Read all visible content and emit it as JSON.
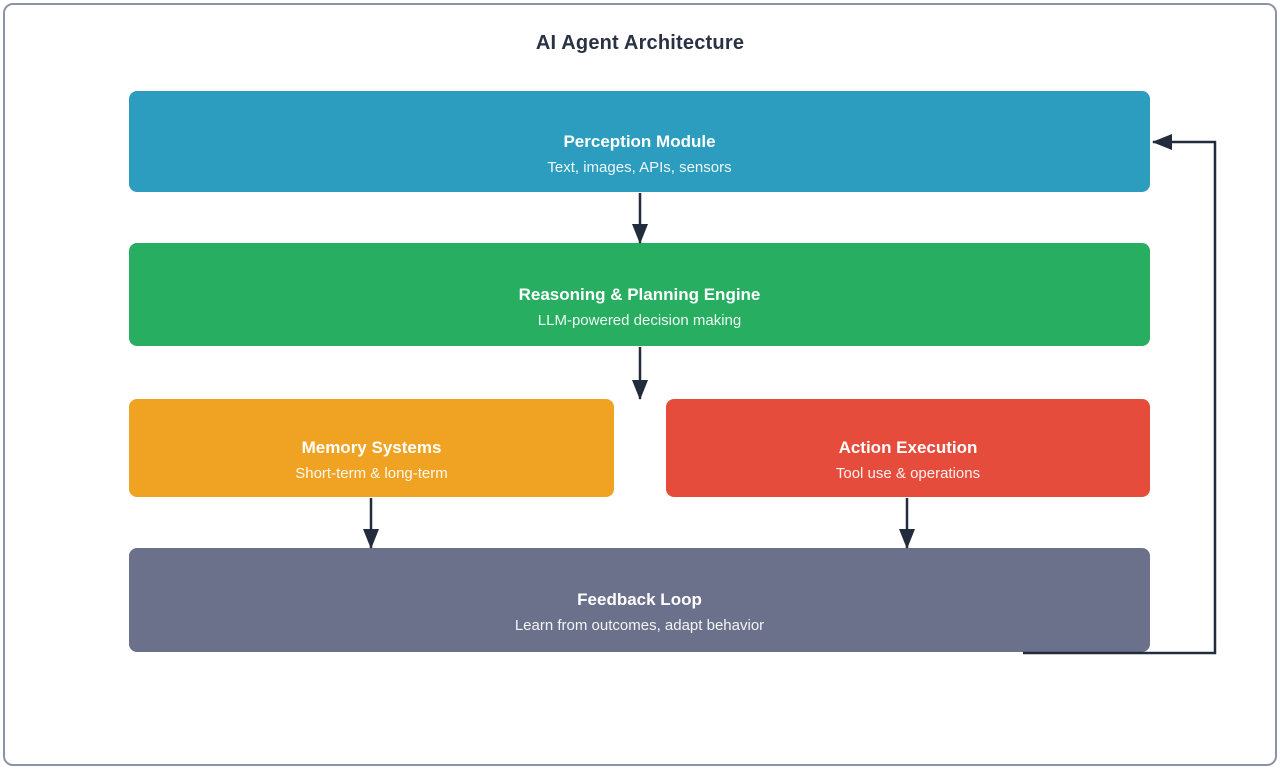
{
  "diagram": {
    "title": "AI Agent Architecture",
    "nodes": [
      {
        "id": "perception",
        "title": "Perception Module",
        "subtitle": "Text, images, APIs, sensors",
        "color": "#2D9DBF"
      },
      {
        "id": "reasoning",
        "title": "Reasoning & Planning Engine",
        "subtitle": "LLM-powered decision making",
        "color": "#27AE60"
      },
      {
        "id": "memory",
        "title": "Memory Systems",
        "subtitle": "Short-term & long-term",
        "color": "#F0A323"
      },
      {
        "id": "action",
        "title": "Action Execution",
        "subtitle": "Tool use & operations",
        "color": "#E64C3C"
      },
      {
        "id": "feedback",
        "title": "Feedback Loop",
        "subtitle": "Learn from outcomes, adapt behavior",
        "color": "#6B718A"
      }
    ],
    "connector_color": "#232C3D",
    "frame_border_color": "#8C92A8"
  }
}
